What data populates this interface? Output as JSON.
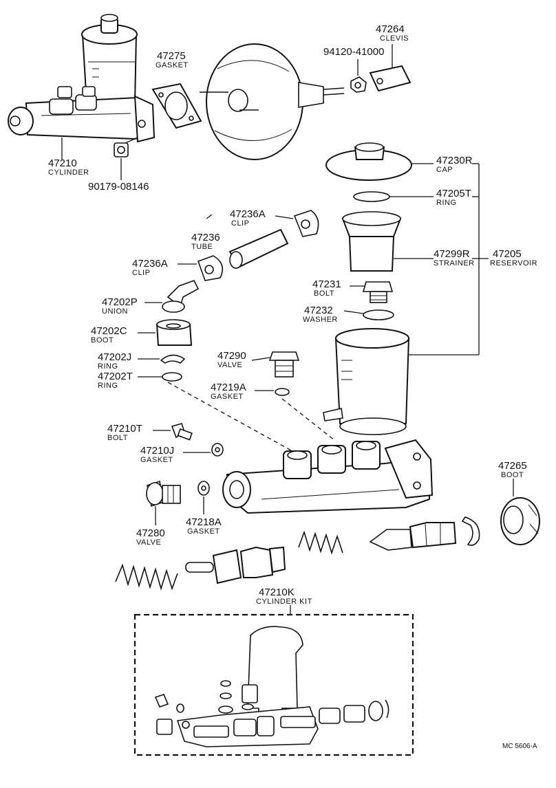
{
  "diagram_code": "MC 5606-A",
  "parts": [
    {
      "id": "p47264",
      "number": "47264",
      "name": "CLEVIS"
    },
    {
      "id": "p94120",
      "number": "94120-41000",
      "name": ""
    },
    {
      "id": "p47275",
      "number": "47275",
      "name": "GASKET"
    },
    {
      "id": "p47210",
      "number": "47210",
      "name": "CYLINDER"
    },
    {
      "id": "p90179",
      "number": "90179-08146",
      "name": ""
    },
    {
      "id": "p47230R",
      "number": "47230R",
      "name": "CAP"
    },
    {
      "id": "p47205T",
      "number": "47205T",
      "name": "RING"
    },
    {
      "id": "p47299R",
      "number": "47299R",
      "name": "STRAINER"
    },
    {
      "id": "p47205",
      "number": "47205",
      "name": "RESERVOIR"
    },
    {
      "id": "p47236A_top",
      "number": "47236A",
      "name": "CLIP"
    },
    {
      "id": "p47236",
      "number": "47236",
      "name": "TUBE"
    },
    {
      "id": "p47236A_low",
      "number": "47236A",
      "name": "CLIP"
    },
    {
      "id": "p47231",
      "number": "47231",
      "name": "BOLT"
    },
    {
      "id": "p47232",
      "number": "47232",
      "name": "WASHER"
    },
    {
      "id": "p47202P",
      "number": "47202P",
      "name": "UNION"
    },
    {
      "id": "p47202C",
      "number": "47202C",
      "name": "BOOT"
    },
    {
      "id": "p47202J",
      "number": "47202J",
      "name": "RING"
    },
    {
      "id": "p47202T",
      "number": "47202T",
      "name": "RING"
    },
    {
      "id": "p47290",
      "number": "47290",
      "name": "VALVE"
    },
    {
      "id": "p47219A",
      "number": "47219A",
      "name": "GASKET"
    },
    {
      "id": "p47210T",
      "number": "47210T",
      "name": "BOLT"
    },
    {
      "id": "p47210J",
      "number": "47210J",
      "name": "GASKET"
    },
    {
      "id": "p47265",
      "number": "47265",
      "name": "BOOT"
    },
    {
      "id": "p47280",
      "number": "47280",
      "name": "VALVE"
    },
    {
      "id": "p47218A",
      "number": "47218A",
      "name": "GASKET"
    },
    {
      "id": "p47210K",
      "number": "47210K",
      "name": "CYLINDER KIT"
    }
  ]
}
